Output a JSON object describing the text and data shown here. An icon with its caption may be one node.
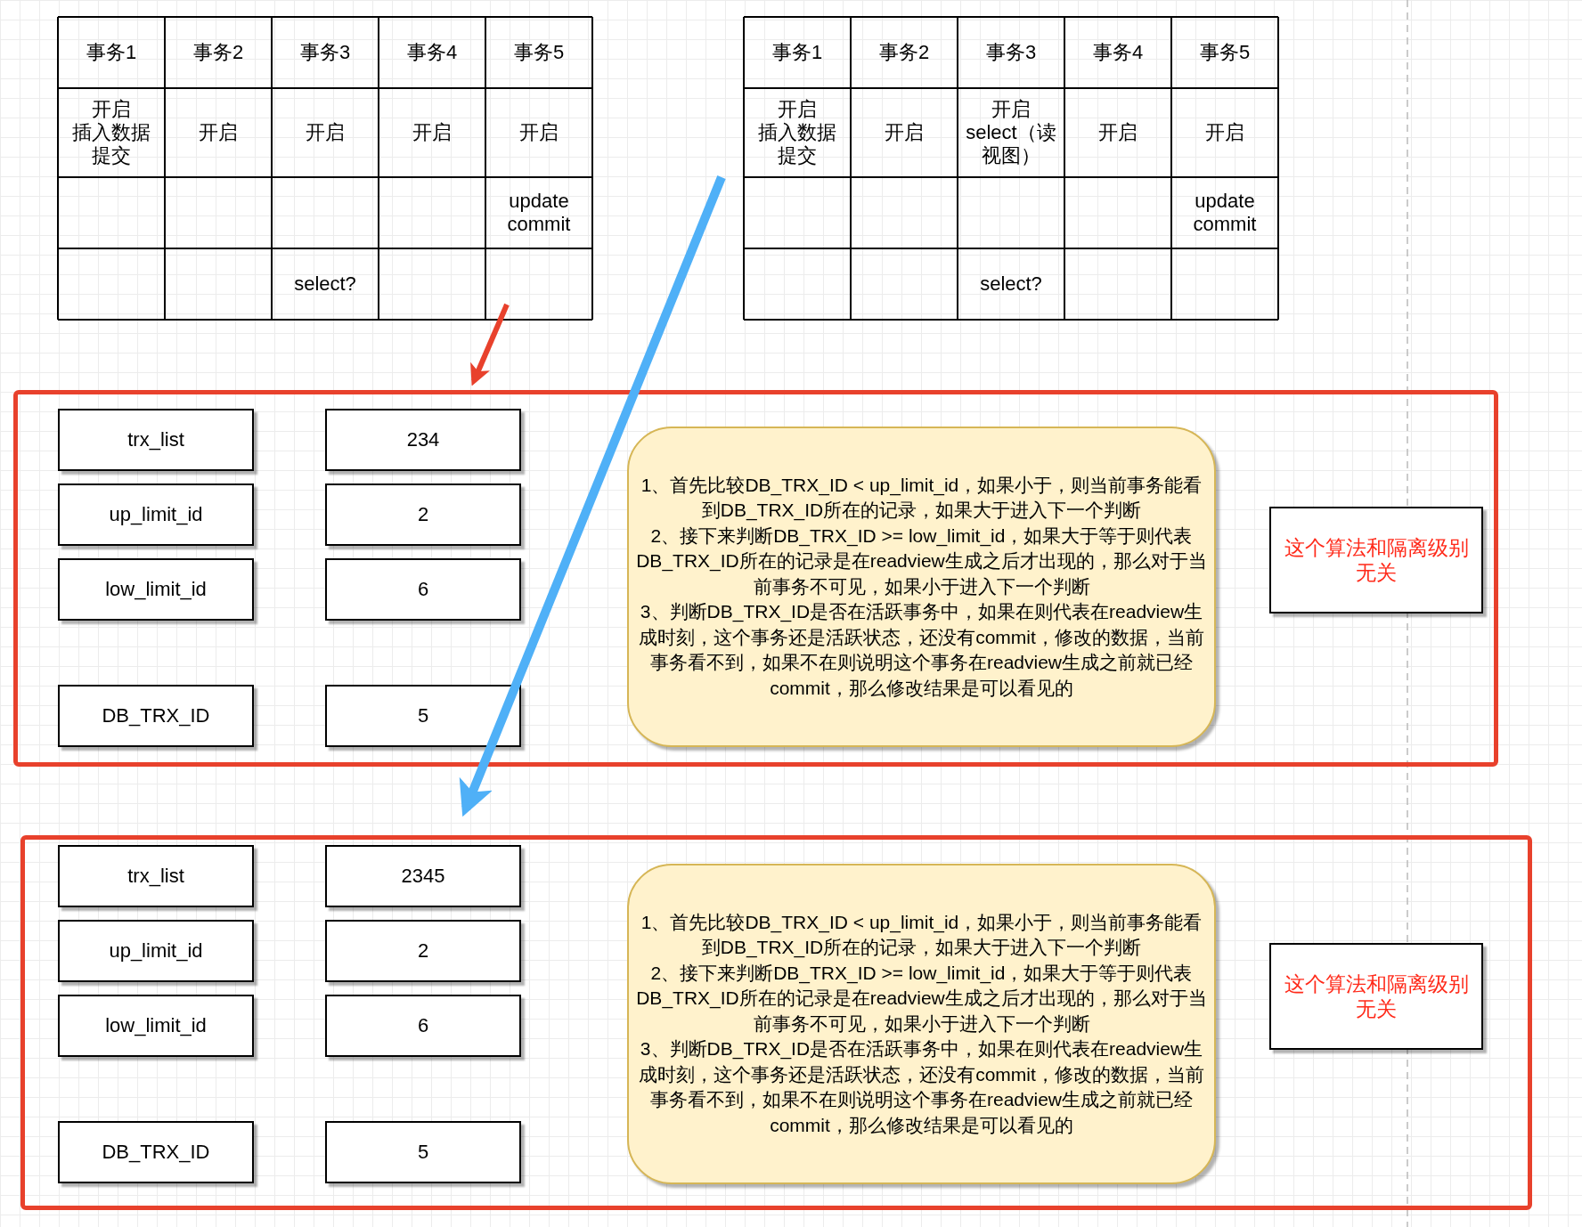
{
  "diagram": {
    "nodes": [
      {
        "text": [],
        "shape": "box"
      },
      {
        "text": [
          "trx_list"
        ],
        "in": 0
      },
      {
        "text": [
          "234"
        ],
        "in": 0
      },
      {
        "text": [
          "up_limit_id"
        ],
        "in": 0
      },
      {
        "text": [
          "2"
        ],
        "in": 0
      },
      {
        "text": [
          "low_limit_id"
        ],
        "in": 0
      },
      {
        "text": [
          "6"
        ],
        "in": 0
      },
      {
        "text": [
          "DB_TRX_ID"
        ],
        "in": 0
      },
      {
        "text": [
          "5"
        ],
        "in": 0
      },
      {
        "text": [
          "1、首先比较DB_TRX_ID < up_limit_id，如果小于，则当前事务能看到DB_TRX_ID所在的记录，如果大于进入下一个判断",
          "2、接下来判断DB_TRX_ID >= low_limit_id，如果大于等于则代表DB_TRX_ID所在的记录是在readview生成之后才出现的，那么对于当前事务不可见，如果小于进入下一个判断",
          "3、判断DB_TRX_ID是否在活跃事务中，如果在则代表在readview生成时刻，这个事务还是活跃状态，还没有commit，修改的数据，当前事务看不到，如果不在则说明这个事务在readview生成之前就已经commit，那么修改结果是可以看见的"
        ],
        "in": 0
      },
      {
        "text": [
          "这个算法和隔离级别无关"
        ],
        "in": 0
      },
      {
        "text": [],
        "shape": "box"
      },
      {
        "text": [
          "trx_list"
        ],
        "in": 11
      },
      {
        "text": [
          "2345"
        ],
        "in": 11
      },
      {
        "text": [
          "up_limit_id"
        ],
        "in": 11
      },
      {
        "text": [
          "2"
        ],
        "in": 11
      },
      {
        "text": [
          "low_limit_id"
        ],
        "in": 11
      },
      {
        "text": [
          "6"
        ],
        "in": 11
      },
      {
        "text": [
          "DB_TRX_ID"
        ],
        "in": 11
      },
      {
        "text": [
          "5"
        ],
        "in": 11
      },
      {
        "text": [
          "1、首先比较DB_TRX_ID < up_limit_id，如果小于，则当前事务能看到DB_TRX_ID所在的记录，如果大于进入下一个判断",
          "2、接下来判断DB_TRX_ID >= low_limit_id，如果大于等于则代表DB_TRX_ID所在的记录是在readview生成之后才出现的，那么对于当前事务不可见，如果小于进入下一个判断",
          "3、判断DB_TRX_ID是否在活跃事务中，如果在则代表在readview生成时刻，这个事务还是活跃状态，还没有commit，修改的数据，当前事务看不到，如果不在则说明这个事务在readview生成之前就已经commit，那么修改结果是可以看见的"
        ],
        "in": 11
      },
      {
        "text": [
          "这个算法和隔离级别无关"
        ],
        "in": 11
      }
    ],
    "edges": [
      {
        "from": null,
        "to": 0,
        "arrow": "to",
        "color": "#e8412c"
      },
      {
        "from": null,
        "to": 11,
        "arrow": "to",
        "color": "#4fb0f7"
      }
    ],
    "labels": [
      "事务1",
      "事务2",
      "事务3",
      "事务4",
      "事务5",
      "开启",
      "插入数据",
      "提交",
      "开启",
      "开启",
      "开启",
      "开启",
      "update commit",
      "select?",
      "事务1",
      "事务2",
      "事务3",
      "事务4",
      "事务5",
      "开启",
      "插入数据",
      "提交",
      "开启",
      "开启",
      "select（读视图）",
      "开启",
      "开启",
      "update commit",
      "select?"
    ]
  }
}
